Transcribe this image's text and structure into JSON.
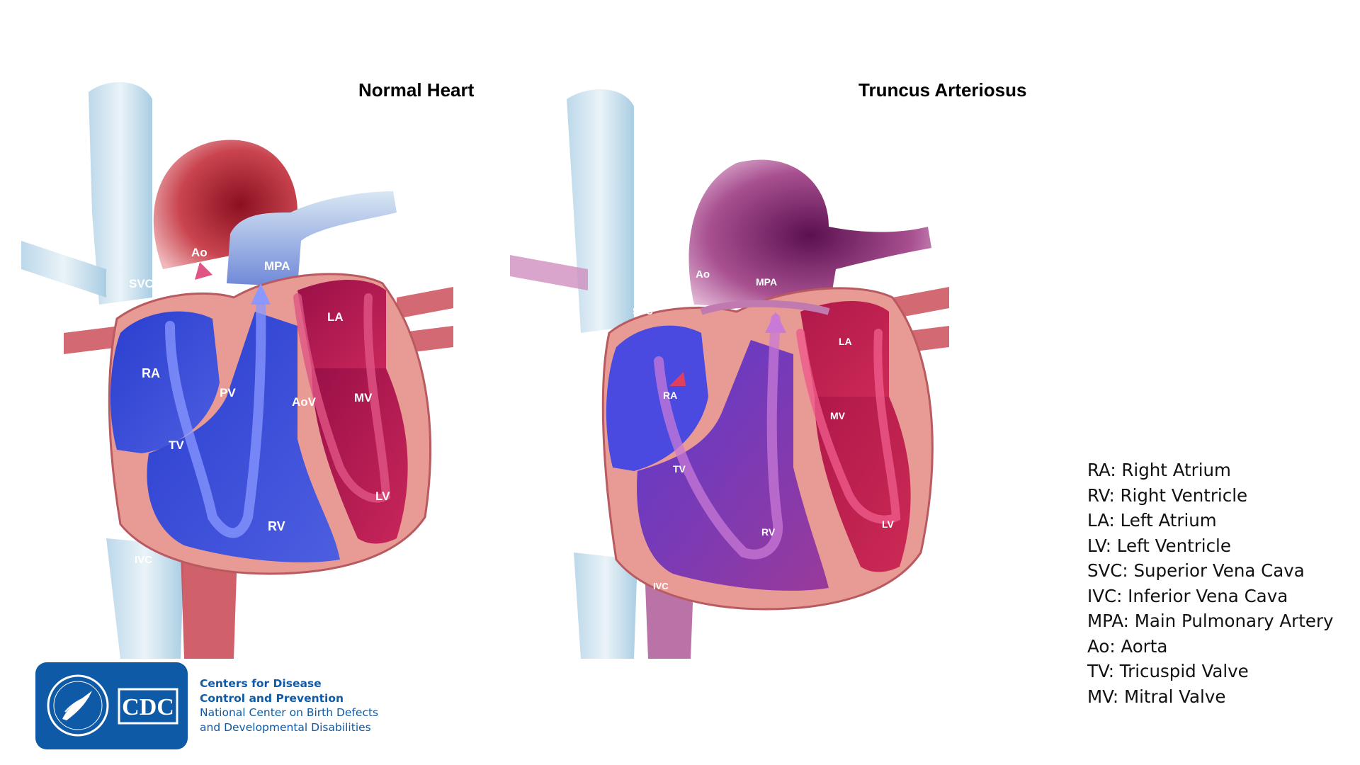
{
  "titles": {
    "normal": "Normal Heart",
    "truncus": "Truncus Arteriosus"
  },
  "normal_labels": {
    "ao": "Ao",
    "mpa": "MPA",
    "svc": "SVC",
    "la": "LA",
    "ra": "RA",
    "pv": "PV",
    "aov": "AoV",
    "mv": "MV",
    "tv": "TV",
    "lv": "LV",
    "rv": "RV",
    "ivc": "IVC"
  },
  "truncus_labels": {
    "ao": "Ao",
    "mpa": "MPA",
    "svc": "SVC",
    "la": "LA",
    "ra": "RA",
    "mv": "MV",
    "tv": "TV",
    "rv": "RV",
    "lv": "LV",
    "ivc": "IVC"
  },
  "legend": [
    "RA: Right Atrium",
    "RV: Right Ventricle",
    "LA: Left Atrium",
    "LV: Left Ventricle",
    "SVC: Superior Vena Cava",
    "IVC: Inferior Vena Cava",
    "MPA: Main Pulmonary Artery",
    "Ao: Aorta",
    "TV: Tricuspid Valve",
    "MV: Mitral Valve"
  ],
  "logo": {
    "mark": "CDC",
    "line1": "Centers for Disease",
    "line2": "Control and Prevention",
    "line3": "National Center on Birth Defects",
    "line4": "and Developmental Disabilities",
    "brand_color": "#0e5aa7"
  },
  "colors": {
    "deoxygenated": "#3a4fd6",
    "oxygenated": "#b01848",
    "mixed": "#8a2f9a",
    "myocardium": "#e8958f",
    "vein": "#cfe3ef"
  }
}
